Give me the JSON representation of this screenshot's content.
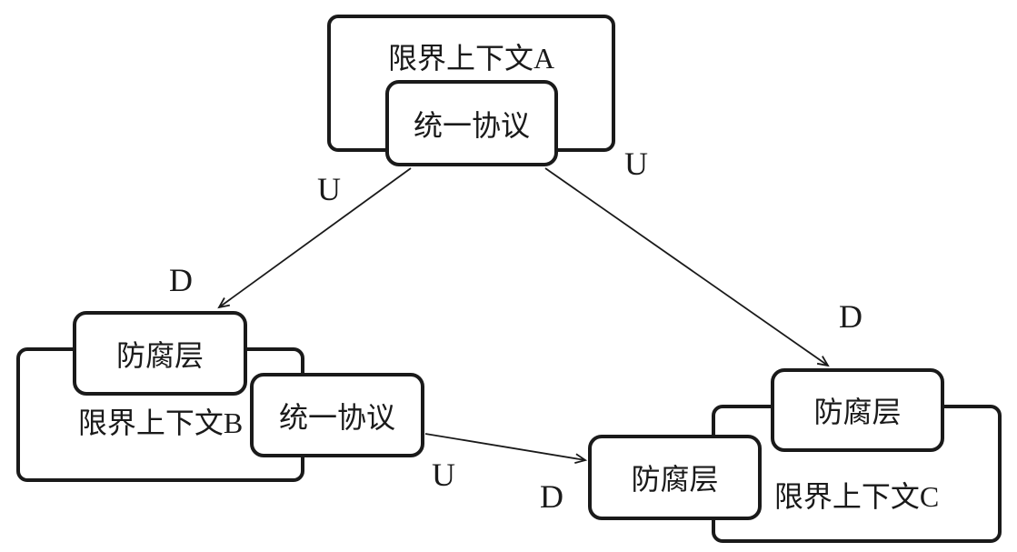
{
  "diagram": {
    "type": "context-map",
    "ink_color": "#1a1a1a",
    "background_color": "#ffffff",
    "context_a": {
      "label": "限界上下文A",
      "protocol": {
        "label": "统一协议"
      }
    },
    "context_b": {
      "label": "限界上下文B",
      "acl": {
        "label": "防腐层"
      },
      "protocol": {
        "label": "统一协议"
      }
    },
    "context_c": {
      "label": "限界上下文C",
      "acl_top": {
        "label": "防腐层"
      },
      "acl_left": {
        "label": "防腐层"
      }
    },
    "edges": [
      {
        "id": "a-to-b",
        "from": "context-a-protocol",
        "to": "context-b-acl",
        "upstream_label": "U",
        "downstream_label": "D"
      },
      {
        "id": "a-to-c",
        "from": "context-a-protocol",
        "to": "context-c-acl-top",
        "upstream_label": "U",
        "downstream_label": "D"
      },
      {
        "id": "b-to-c",
        "from": "context-b-protocol",
        "to": "context-c-acl-left",
        "upstream_label": "U",
        "downstream_label": "D"
      }
    ]
  }
}
